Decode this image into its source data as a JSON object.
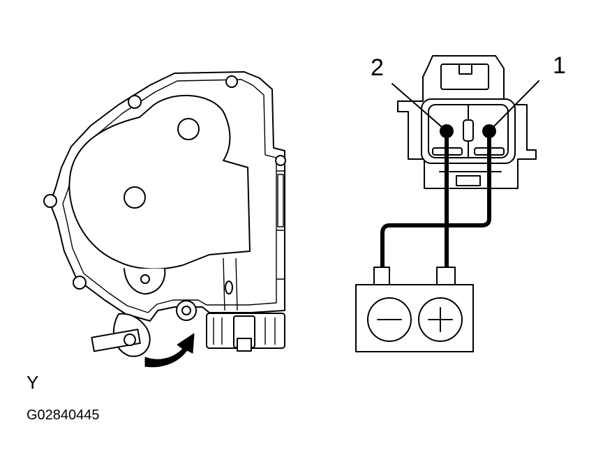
{
  "labels": {
    "terminal_1": "1",
    "terminal_2": "2",
    "view": "Y",
    "figure_code": "G02840445"
  },
  "battery": {
    "negative_symbol": "−",
    "positive_symbol": "+"
  },
  "colors": {
    "line": "#000000",
    "background": "#ffffff"
  }
}
